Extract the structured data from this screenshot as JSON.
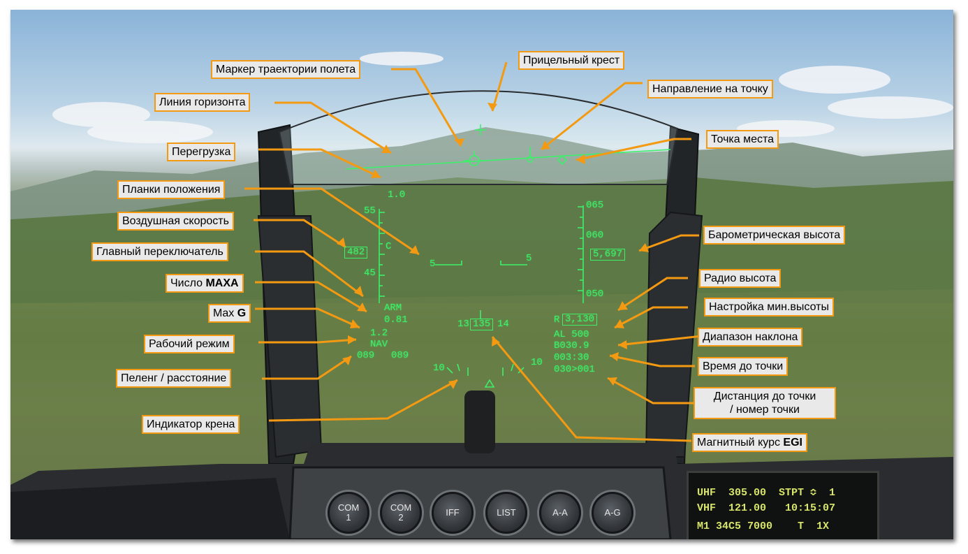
{
  "callouts": {
    "flight_path_marker": "Маркер траектории полета",
    "gun_cross": "Прицельный крест",
    "steerpoint_direction": "Направление на точку",
    "horizon_line": "Линия горизонта",
    "steerpoint_marker": "Точка места",
    "g_load": "Перегрузка",
    "pitch_ladder": "Планки положения",
    "airspeed": "Воздушная скорость",
    "baro_altitude": "Барометрическая высота",
    "master_mode": "Главный переключатель",
    "mach_prefix": "Число",
    "mach_bold": "МАХА",
    "radar_altitude": "Радио высота",
    "max_g_prefix": "Max",
    "max_g_bold": "G",
    "alow_setting": "Настройка мин.высоты",
    "operating_mode": "Рабочий режим",
    "slant_range": "Диапазон наклона",
    "time_to_steerpoint": "Время до точки",
    "bearing_range": "Пеленг / расстояние",
    "distance_line1": "Дистанция до точки",
    "distance_line2": "/ номер точки",
    "bank_indicator": "Индикатор крена",
    "heading_prefix": "Магнитный курс",
    "heading_bold": "EGI"
  },
  "hud": {
    "g_value": "1.0",
    "speed_tick_55": "55",
    "speed_tick_45": "45",
    "airspeed_box": "482",
    "speed_c_marker": "C",
    "pitch_left_label": "5",
    "pitch_right_label": "5",
    "alt_tick_065": "065",
    "alt_tick_060": "060",
    "alt_tick_050": "050",
    "altitude_box": "5,697",
    "master_mode": "ARM",
    "mach": "0.81",
    "max_g": "1.2",
    "mode": "NAV",
    "bearing": "089",
    "range": "089",
    "heading_left": "13",
    "heading_box": "135",
    "heading_right": "14",
    "radar_alt_prefix": "R",
    "radar_alt_box": "3,130",
    "alow": "AL  500",
    "slant_range": "B030.9",
    "time_to_go": "003:30",
    "distance_stpt": "030>001",
    "bank_left": "10",
    "bank_right": "10"
  },
  "icp_buttons": [
    {
      "line1": "COM",
      "line2": "1"
    },
    {
      "line1": "COM",
      "line2": "2"
    },
    {
      "line1": "IFF",
      "line2": ""
    },
    {
      "line1": "LIST",
      "line2": ""
    },
    {
      "line1": "A-A",
      "line2": ""
    },
    {
      "line1": "A-G",
      "line2": ""
    }
  ],
  "ded": {
    "line1": "UHF  305.00  STPT ≎  1",
    "line2": "VHF  121.00   10:15:07",
    "line3": "M1 34C5 7000    T  1X"
  },
  "colors": {
    "hud_green": "#3df06a",
    "callout_border": "#f39a12",
    "callout_bg": "#e9e9e9"
  }
}
